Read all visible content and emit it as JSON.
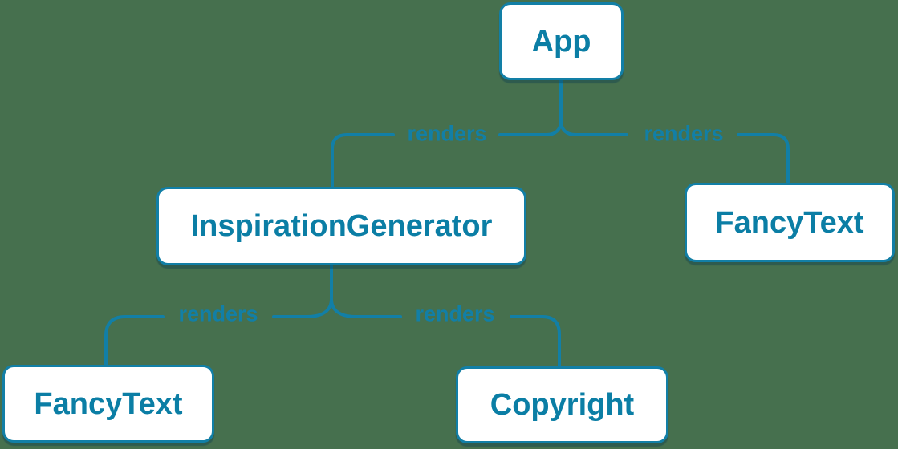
{
  "diagram": {
    "type": "component-render-tree",
    "colors": {
      "background": "#46704E",
      "accent": "#127FA6",
      "node_fill": "#FFFFFF",
      "node_text": "#0B7EA5"
    },
    "nodes": [
      {
        "id": "app",
        "label": "App"
      },
      {
        "id": "inspiration-generator",
        "label": "InspirationGenerator"
      },
      {
        "id": "fancy-text-top",
        "label": "FancyText"
      },
      {
        "id": "fancy-text-bottom",
        "label": "FancyText"
      },
      {
        "id": "copyright",
        "label": "Copyright"
      }
    ],
    "edges": [
      {
        "from": "App",
        "to": "InspirationGenerator",
        "label": "renders"
      },
      {
        "from": "App",
        "to": "FancyText",
        "label": "renders"
      },
      {
        "from": "InspirationGenerator",
        "to": "FancyText",
        "label": "renders"
      },
      {
        "from": "InspirationGenerator",
        "to": "Copyright",
        "label": "renders"
      }
    ]
  }
}
